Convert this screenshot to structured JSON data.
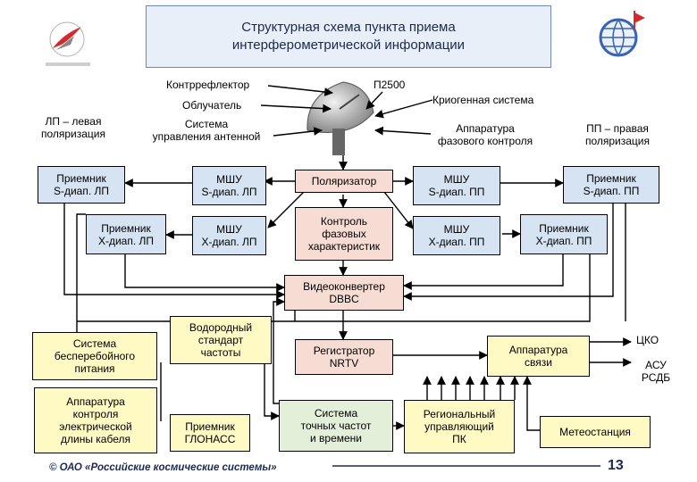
{
  "title": {
    "line1": "Структурная схема пункта приема",
    "line2": "интерферометрической информации"
  },
  "antenna_labels": {
    "counter_reflector": "Контррефлектор",
    "p2500": "П2500",
    "feed": "Облучатель",
    "cryogenic": "Криогенная система",
    "antenna_control": "Система\nуправления антенной",
    "phase_control": "Аппаратура\nфазового контроля",
    "left_pol": "ЛП – левая\nполяризация",
    "right_pol": "ПП – правая\nполяризация"
  },
  "blocks": {
    "rx_s_lp": "Приемник\nS-диап. ЛП",
    "lna_s_lp": "МШУ\nS-диап. ЛП",
    "polarizer": "Поляризатор",
    "lna_s_pp": "МШУ\nS-диап. ПП",
    "rx_s_pp": "Приемник\nS-диап. ПП",
    "rx_x_lp": "Приемник\nX-диап. ЛП",
    "lna_x_lp": "МШУ\nX-диап. ЛП",
    "phase_char": "Контроль\nфазовых\nхарактеристик",
    "lna_x_pp": "МШУ\nX-диап. ПП",
    "rx_x_pp": "Приемник\nX-диап. ПП",
    "videoconverter": "Видеоконвертер\nDBBC",
    "h_maser": "Водородный\nстандарт\nчастоты",
    "ups": "Система\nбесперебойного\nпитания",
    "recorder": "Регистратор\nNRTV",
    "comm": "Аппаратура\nсвязи",
    "cable_ctrl": "Аппаратура\nконтроля\nэлектрической\nдлины кабеля",
    "glonass": "Приемник\nГЛОНАСС",
    "time_sys": "Система\nточных частот\nи времени",
    "regional_pc": "Региональный\nуправляющий\nПК",
    "meteo": "Метеостанция"
  },
  "outputs": {
    "tsko": "ЦКО",
    "asu": "АСУ\nРСДБ"
  },
  "footer": {
    "copyright": "© ОАО «Российские космические системы»",
    "page": "13"
  }
}
